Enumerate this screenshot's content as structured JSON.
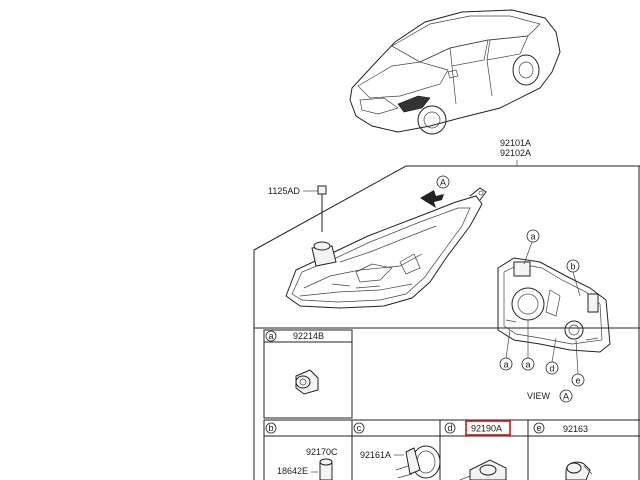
{
  "assembly": {
    "part_numbers": [
      "92101A",
      "92102A"
    ],
    "bolt_label": "1125AD",
    "view_marker": "A"
  },
  "view": {
    "label": "VIEW",
    "marker": "A",
    "callouts": [
      "a",
      "b",
      "a",
      "a",
      "d",
      "e"
    ]
  },
  "table": {
    "cells": [
      {
        "key": "a",
        "part_no": "92214B"
      },
      {
        "key": "b",
        "part_no": "92170C",
        "sub_part": "18642E"
      },
      {
        "key": "c",
        "part_no": "92161A"
      },
      {
        "key": "d",
        "part_no": "92190A",
        "highlighted": true
      },
      {
        "key": "e",
        "part_no": "92163"
      }
    ]
  },
  "colors": {
    "highlight": "#d01818",
    "line": "#222222"
  }
}
